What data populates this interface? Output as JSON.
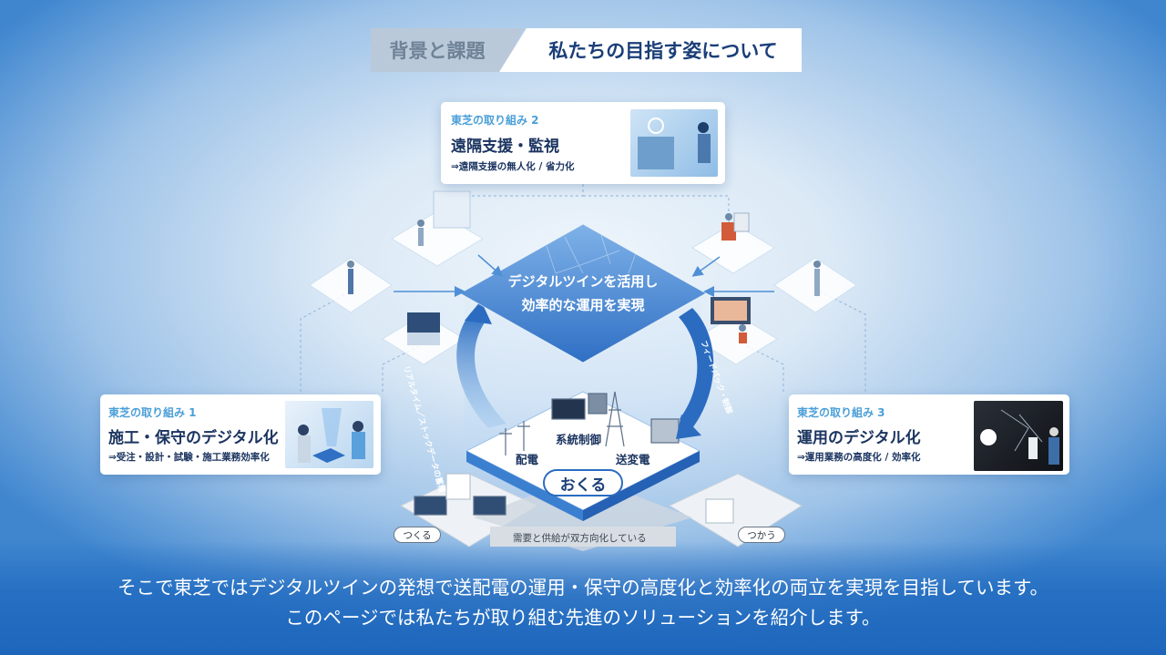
{
  "header": {
    "tab_background": "背景と課題",
    "tab_current": "私たちの目指す姿について"
  },
  "cards": {
    "card2": {
      "tag": "東芝の取り組み 2",
      "title": "遠隔支援・監視",
      "sub": "⇒遠隔支援の無人化 / 省力化"
    },
    "card1": {
      "tag": "東芝の取り組み 1",
      "title": "施工・保守のデジタル化",
      "sub": "⇒受注・設計・試験・施工業務効率化"
    },
    "card3": {
      "tag": "東芝の取り組み 3",
      "title": "運用のデジタル化",
      "sub": "⇒運用業務の高度化 / 効率化"
    }
  },
  "diagram": {
    "center_line1": "デジタルツインを活用し",
    "center_line2": "効率的な運用を実現",
    "label_grid_control": "系統制御",
    "label_distribution": "配電",
    "label_transmission": "送変電",
    "label_okuru": "おくる",
    "label_tsukuru": "つくる",
    "label_tsukau": "つかう",
    "label_bidirectional": "需要と供給が双方向化している",
    "arc_left": "リアルタイム／ストックデータの蓄積",
    "arc_right": "フィードバック・制御"
  },
  "footer": {
    "line1": "そこで東芝ではデジタルツインの発想で送配電の運用・保守の高度化と効率化の両立を実現を目指しています。",
    "line2": "このページでは私たちが取り組む先進のソリューションを紹介します。"
  },
  "colors": {
    "accent_blue": "#2a6cc0",
    "navy": "#1b3460",
    "tag_blue": "#4a9fd8"
  }
}
